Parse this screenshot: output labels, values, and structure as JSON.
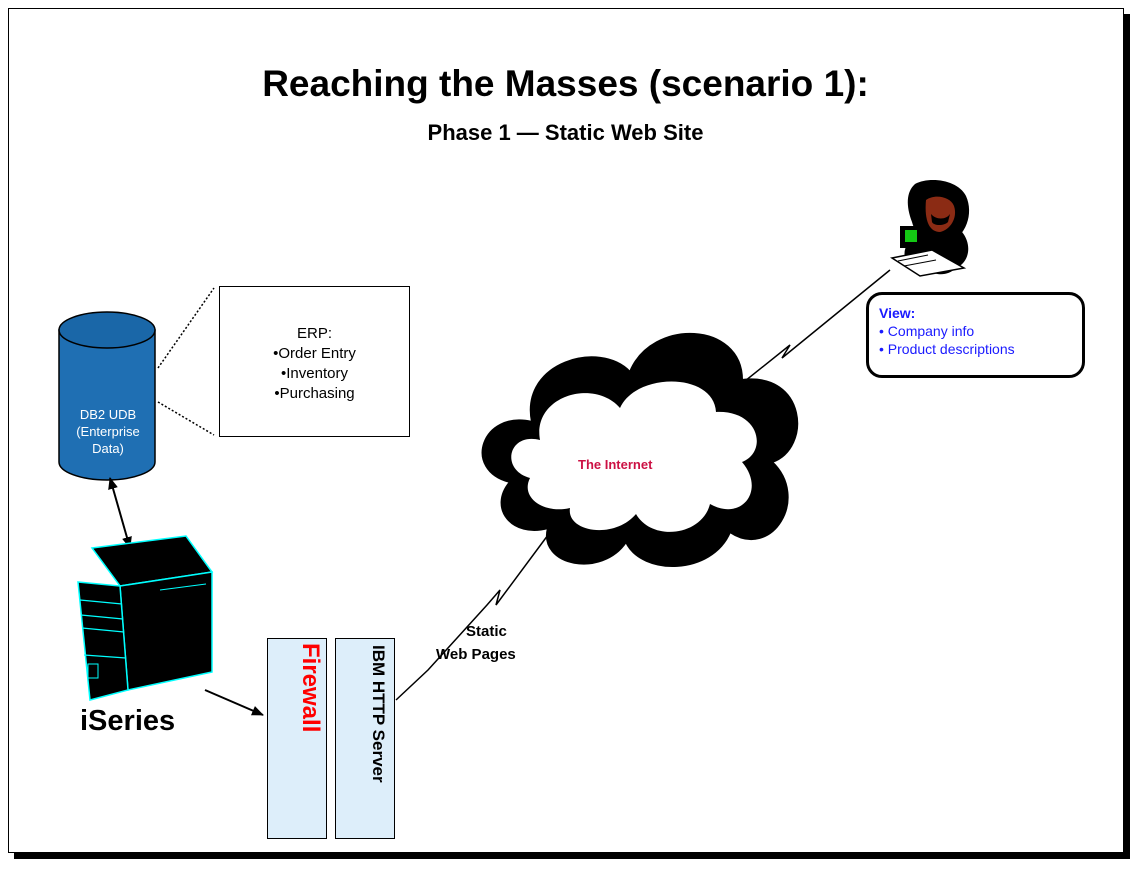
{
  "slide": {
    "title": "Reaching the Masses (scenario 1):",
    "subtitle": "Phase 1 — Static Web Site"
  },
  "erp": {
    "heading": "ERP:",
    "items": [
      "•Order Entry",
      "•Inventory",
      "•Purchasing"
    ]
  },
  "database": {
    "lines": [
      "DB2 UDB",
      "(Enterprise",
      "Data)"
    ],
    "color": "#1f6fb3"
  },
  "server": {
    "label": "iSeries",
    "outline_color": "#00ffff"
  },
  "firewall": {
    "label": "Firewall",
    "color": "#ff0000"
  },
  "http_server": {
    "label": "IBM HTTP Server"
  },
  "static_pages": {
    "line1": "Static",
    "line2": "Web Pages"
  },
  "internet": {
    "label": "The Internet",
    "color": "#cc1144"
  },
  "view_box": {
    "heading": "View:",
    "items": [
      "• Company info",
      "• Product descriptions"
    ],
    "color": "#1a1aff"
  },
  "icons": [
    "database-icon",
    "server-icon",
    "cloud-icon",
    "user-at-computer-icon",
    "lightning-link-icon"
  ]
}
